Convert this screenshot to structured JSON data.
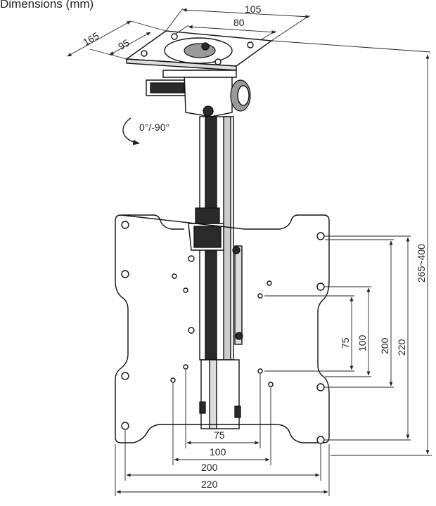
{
  "title": "Dimensions (mm)",
  "rotation_label": "0°/-90°",
  "colors": {
    "line": "#222222",
    "part_dark": "#2a2a2a",
    "part_mid": "#9a9a9a"
  },
  "dimensions": {
    "top_width": "105",
    "top_inner": "80",
    "top_depth": "165",
    "top_depth_inner": "95",
    "height_range": "265~400",
    "vesa_h_75": "75",
    "vesa_h_100": "100",
    "vesa_h_200": "200",
    "vesa_h_220": "220",
    "vesa_v_75": "75",
    "vesa_v_100": "100",
    "vesa_v_200": "200",
    "vesa_v_220": "220"
  }
}
